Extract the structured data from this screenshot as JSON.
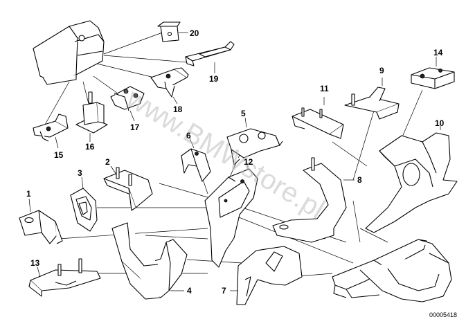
{
  "callouts": [
    "1",
    "2",
    "3",
    "4",
    "5",
    "6",
    "7",
    "8",
    "9",
    "10",
    "11",
    "12",
    "13",
    "14",
    "15",
    "16",
    "17",
    "18",
    "19",
    "20"
  ],
  "watermark": "www.BMWstore.pl",
  "reference_number": "00005418"
}
